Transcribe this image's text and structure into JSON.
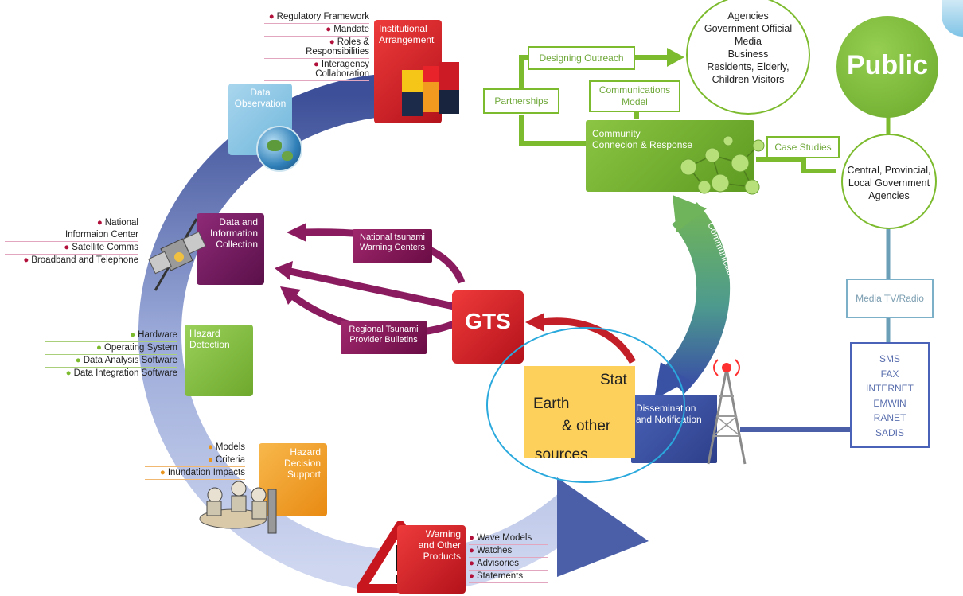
{
  "institutional": {
    "label_line1": "Institutional",
    "label_line2": "Arrangement",
    "bullets": [
      "Regulatory Framework",
      "Mandate",
      "Roles & Responsibilities",
      "Interagency Collaboration"
    ]
  },
  "data_observation": {
    "line1": "Data",
    "line2": "Observation"
  },
  "data_collection": {
    "line1": "Data and",
    "line2": "Information",
    "line3": "Collection",
    "bullets": [
      "National",
      "Informaion Center",
      "Satellite Comms",
      "Broadband and Telephone"
    ]
  },
  "hazard_detection": {
    "line1": "Hazard",
    "line2": "Detection",
    "bullets": [
      "Hardware",
      "Operating System",
      "Data Analysis Software",
      "Data Integration Software"
    ]
  },
  "hazard_decision": {
    "line1": "Hazard",
    "line2": "Decision",
    "line3": "Support",
    "bullets": [
      "Models",
      "Criteria",
      "Inundation Impacts"
    ]
  },
  "warning": {
    "line1": "Warning",
    "line2": "and Other",
    "line3": "Products",
    "bullets": [
      "Wave Models",
      "Watches",
      "Advisories",
      "Statements"
    ]
  },
  "gts": {
    "label": "GTS",
    "national_line1": "National tsunami",
    "national_line2": "Warning Centers",
    "regional_line1": "Regional Tsunami",
    "regional_line2": "Provider Bulletins"
  },
  "dissemination": {
    "line1": "Dissemination",
    "line2": "and Notification"
  },
  "overlay": {
    "line1": "Stat",
    "line2": "Earth",
    "line3": "& other",
    "line4": "sources"
  },
  "community": {
    "partnerships": "Partnerships",
    "designing_outreach": "Designing Outreach",
    "comm_model_line1": "Communications",
    "comm_model_line2": "Model",
    "main_line1": "Community",
    "main_line2": "Connecion & Response",
    "case_studies": "Case Studies",
    "feedback_label": "Communications Link / Feedback"
  },
  "agencies_circle": [
    "Agencies",
    "Government Official",
    "Media",
    "Business",
    "Residents, Elderly,",
    "Children Visitors"
  ],
  "public": {
    "label": "Public",
    "central_line1": "Central, Provincial,",
    "central_line2": "Local Government",
    "central_line3": "Agencies"
  },
  "media_box": "Media TV/Radio",
  "channels": [
    "SMS",
    "FAX",
    "INTERNET",
    "EMWIN",
    "RANET",
    "SADIS"
  ],
  "colors": {
    "purple": "#7a1d66",
    "red": "#d8232a",
    "green": "#7dbb2e",
    "orange": "#f0a12b",
    "blue_box": "#3a4fa0",
    "light_blue": "#8fc6e3",
    "ring": "#4a5fa8",
    "overlay_fill": "#fdd05c",
    "overlay_ring": "#2aa9dd"
  },
  "icons": [
    "globe-icon",
    "satellite-icon",
    "cubes-icon",
    "molecule-icon",
    "warning-triangle-icon",
    "radio-tower-icon",
    "people-meeting-icon"
  ]
}
